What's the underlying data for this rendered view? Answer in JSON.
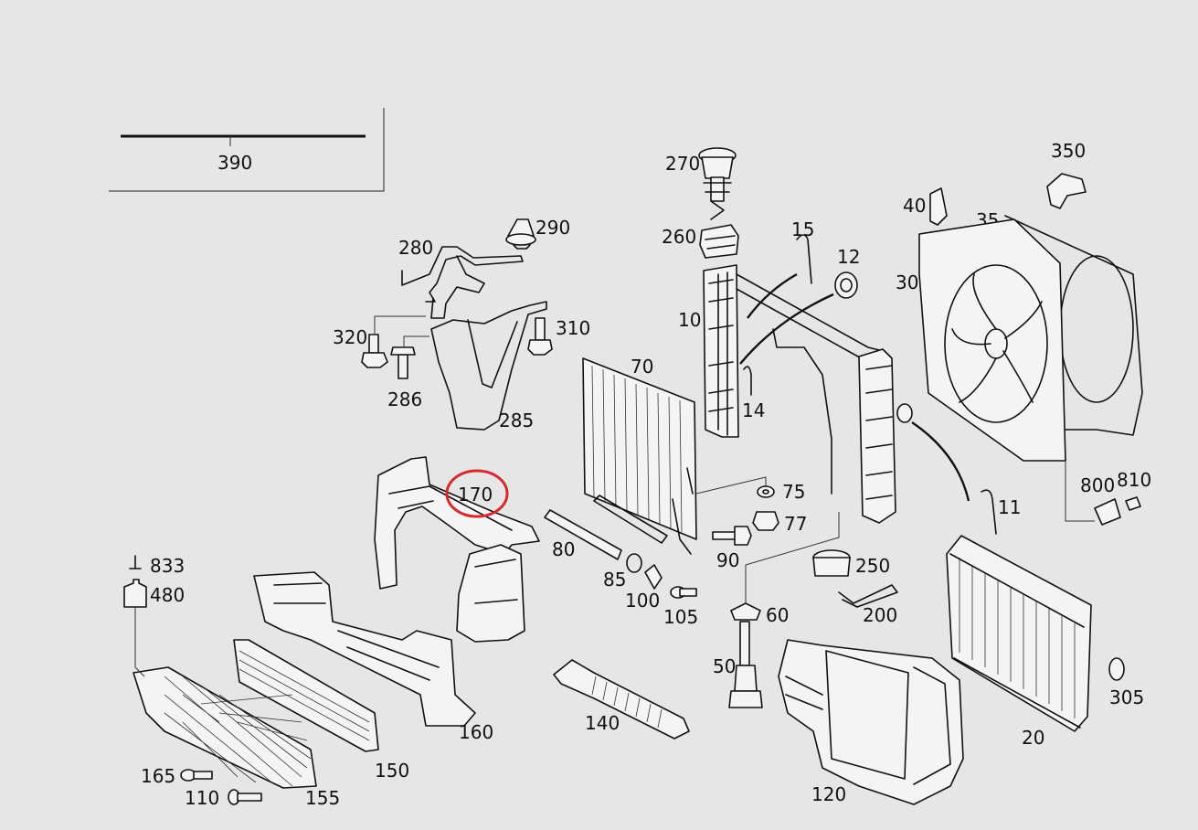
{
  "highlight": {
    "part": "170",
    "color": "#d8282f"
  },
  "labels": {
    "p390": "390",
    "p270": "270",
    "p350": "350",
    "p290": "290",
    "p280": "280",
    "p260": "260",
    "p15": "15",
    "p40": "40",
    "p35": "35",
    "p12": "12",
    "p30": "30",
    "p320": "320",
    "p310": "310",
    "p10": "10",
    "p70": "70",
    "p286": "286",
    "p14": "14",
    "p285": "285",
    "p170": "170",
    "p75": "75",
    "p800": "800",
    "p810": "810",
    "p11": "11",
    "p77": "77",
    "p80": "80",
    "p90": "90",
    "p833": "833",
    "p250": "250",
    "p480": "480",
    "p85": "85",
    "p100": "100",
    "p60": "60",
    "p200": "200",
    "p105": "105",
    "p50": "50",
    "p305": "305",
    "p160": "160",
    "p140": "140",
    "p20": "20",
    "p150": "150",
    "p165": "165",
    "p110": "110",
    "p155": "155",
    "p120": "120"
  }
}
